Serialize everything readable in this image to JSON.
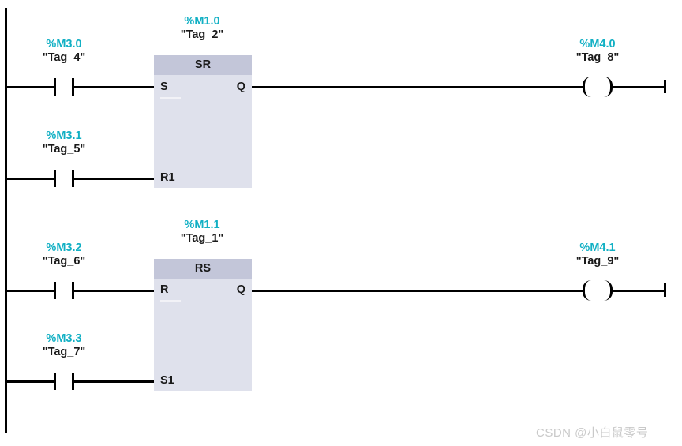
{
  "diagram": {
    "language": "LAD",
    "colors": {
      "address_text": "#12b0c4",
      "symbol_text": "#1a1a1a",
      "wire": "#000000",
      "block_header_fill": "#c3c6d9",
      "block_body_fill": "#dfe1ec",
      "background": "#ffffff",
      "watermark": "#c9c9c9"
    }
  },
  "networks": [
    {
      "id": "network-1",
      "block": {
        "type": "SR",
        "title": "SR",
        "instance_address": "%M1.0",
        "instance_symbol": "\"Tag_2\"",
        "inputs": [
          {
            "pin": "S",
            "address": "%M3.0",
            "symbol": "\"Tag_4\"",
            "contact": "normally-open"
          },
          {
            "pin": "R1",
            "address": "%M3.1",
            "symbol": "\"Tag_5\"",
            "contact": "normally-open"
          }
        ],
        "outputs": [
          {
            "pin": "Q",
            "address": "%M4.0",
            "symbol": "\"Tag_8\"",
            "element": "coil"
          }
        ]
      }
    },
    {
      "id": "network-2",
      "block": {
        "type": "RS",
        "title": "RS",
        "instance_address": "%M1.1",
        "instance_symbol": "\"Tag_1\"",
        "inputs": [
          {
            "pin": "R",
            "address": "%M3.2",
            "symbol": "\"Tag_6\"",
            "contact": "normally-open"
          },
          {
            "pin": "S1",
            "address": "%M3.3",
            "symbol": "\"Tag_7\"",
            "contact": "normally-open"
          }
        ],
        "outputs": [
          {
            "pin": "Q",
            "address": "%M4.1",
            "symbol": "\"Tag_9\"",
            "element": "coil"
          }
        ]
      }
    }
  ],
  "watermark": {
    "text": "CSDN @小白鼠零号"
  }
}
